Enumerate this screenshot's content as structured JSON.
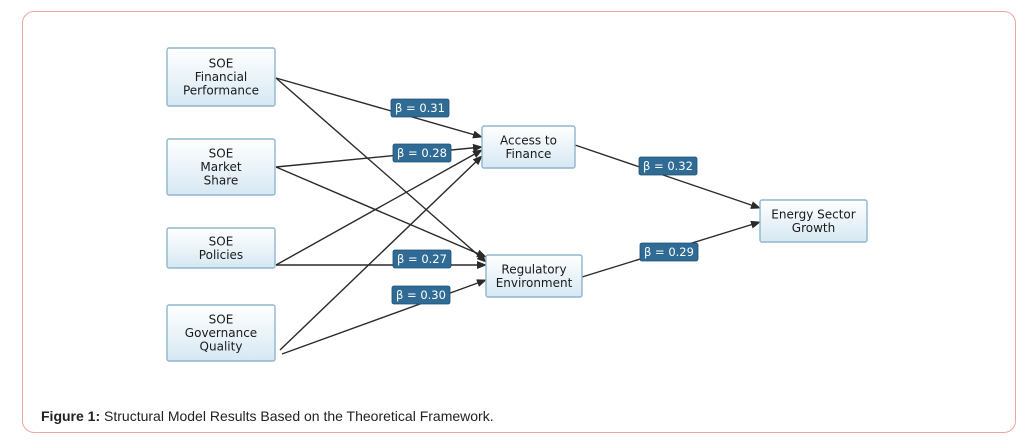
{
  "diagram": {
    "nodes": [
      {
        "id": "fin_perf",
        "lines": [
          "SOE",
          "Financial",
          "Performance"
        ]
      },
      {
        "id": "mkt_share",
        "lines": [
          "SOE",
          "Market",
          "Share"
        ]
      },
      {
        "id": "policies",
        "lines": [
          "SOE",
          "Policies"
        ]
      },
      {
        "id": "governance",
        "lines": [
          "SOE",
          "Governance",
          "Quality"
        ]
      },
      {
        "id": "access",
        "lines": [
          "Access to",
          "Finance"
        ]
      },
      {
        "id": "regulatory",
        "lines": [
          "Regulatory",
          "Environment"
        ]
      },
      {
        "id": "growth",
        "lines": [
          "Energy Sector",
          "Growth"
        ]
      }
    ],
    "edges": [
      {
        "from": "fin_perf",
        "to": "access",
        "label": "β = 0.31"
      },
      {
        "from": "fin_perf",
        "to": "regulatory",
        "label": ""
      },
      {
        "from": "mkt_share",
        "to": "access",
        "label": "β = 0.28"
      },
      {
        "from": "mkt_share",
        "to": "regulatory",
        "label": ""
      },
      {
        "from": "policies",
        "to": "access",
        "label": ""
      },
      {
        "from": "policies",
        "to": "regulatory",
        "label": "β = 0.27"
      },
      {
        "from": "governance",
        "to": "access",
        "label": ""
      },
      {
        "from": "governance",
        "to": "regulatory",
        "label": "β = 0.30"
      },
      {
        "from": "access",
        "to": "growth",
        "label": "β = 0.32"
      },
      {
        "from": "regulatory",
        "to": "growth",
        "label": "β = 0.29"
      }
    ]
  },
  "caption": {
    "label": "Figure 1:",
    "text": " Structural Model Results Based on the Theoretical Framework."
  },
  "colors": {
    "badge": "#2f6b94",
    "node_border": "#8fb6cc",
    "frame_border": "#e9a8a2"
  }
}
